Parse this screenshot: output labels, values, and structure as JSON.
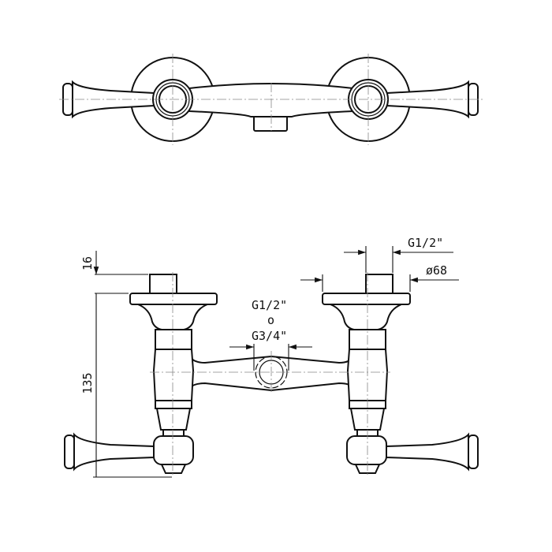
{
  "dimensions": {
    "spout_height": "16",
    "total_height": "135",
    "inlet_thread": "G1/2\"",
    "rosette_diameter": "ø68",
    "outlet_thread_a": "G1/2\"",
    "outlet_or": "o",
    "outlet_thread_b": "G3/4\""
  },
  "colors": {
    "line": "#111111",
    "centerline": "#888888",
    "background": "#ffffff"
  }
}
